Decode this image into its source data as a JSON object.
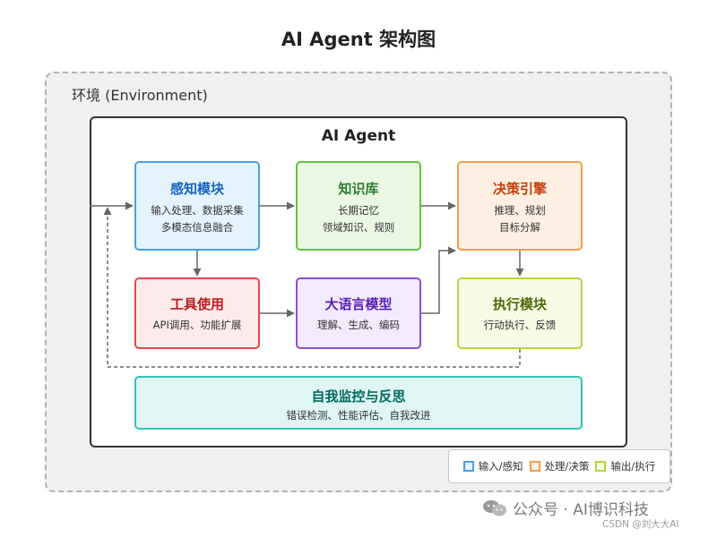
{
  "title": "AI Agent 架构图",
  "environment": {
    "label": "环境 (Environment)"
  },
  "agent": {
    "label": "AI Agent"
  },
  "modules": {
    "perception": {
      "title": "感知模块",
      "line1": "输入处理、数据采集",
      "line2": "多模态信息融合"
    },
    "knowledge": {
      "title": "知识库",
      "line1": "长期记忆",
      "line2": "领域知识、规则"
    },
    "decision": {
      "title": "决策引擎",
      "line1": "推理、规划",
      "line2": "目标分解"
    },
    "tools": {
      "title": "工具使用",
      "line1": "API调用、功能扩展"
    },
    "llm": {
      "title": "大语言模型",
      "line1": "理解、生成、编码"
    },
    "execution": {
      "title": "执行模块",
      "line1": "行动执行、反馈"
    },
    "monitor": {
      "title": "自我监控与反思",
      "line1": "错误检测、性能评估、自我改进"
    }
  },
  "legend": {
    "input": "输入/感知",
    "processing": "处理/决策",
    "output": "输出/执行"
  },
  "colors": {
    "input": "#4a9fe0",
    "knowledge": "#62c143",
    "processing": "#f0a04b",
    "tools": "#e2474b",
    "llm": "#8a4fc9",
    "output": "#b5d63e",
    "monitor": "#33c3b8"
  },
  "watermark": {
    "text": "公众号 · AI博识科技",
    "credit": "CSDN @刘大大AI",
    "icon": "wechat-icon"
  }
}
